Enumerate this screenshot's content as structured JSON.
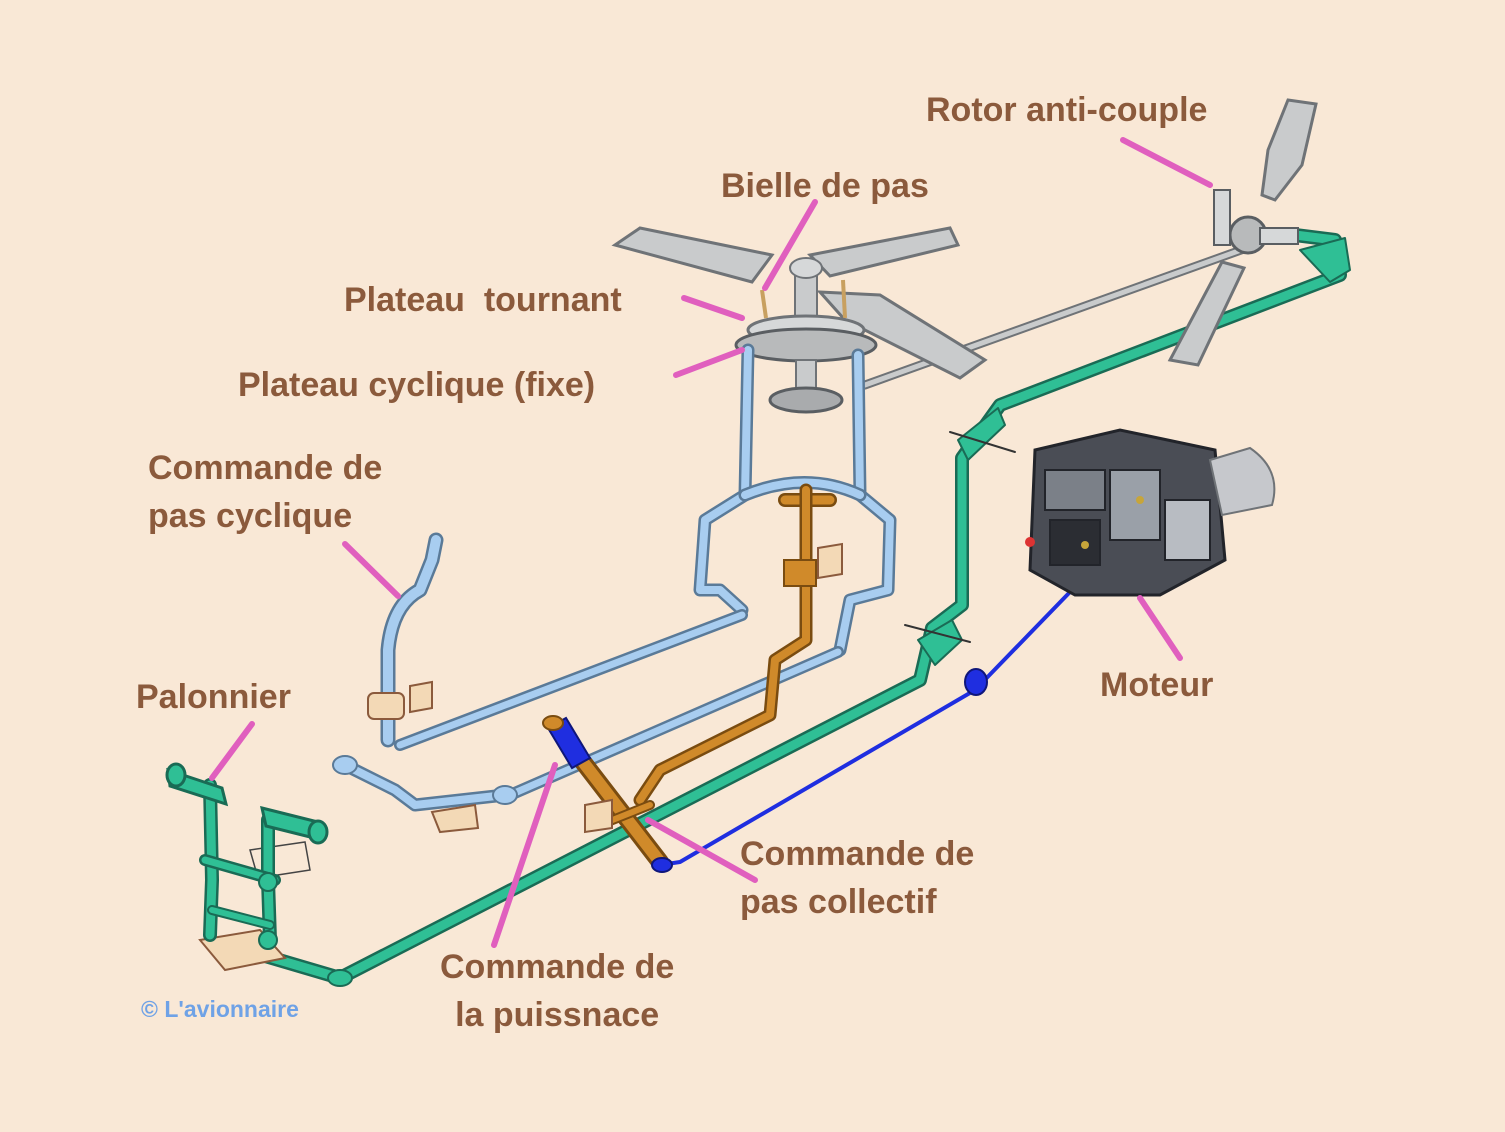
{
  "labels": {
    "rotor_anticouple": "Rotor anti-couple",
    "bielle_de_pas": "Bielle de pas",
    "plateau_tournant": "Plateau  tournant",
    "plateau_cyclique": "Plateau cyclique (fixe)",
    "commande_cyclique": [
      "Commande de",
      "pas cyclique"
    ],
    "palonnier": "Palonnier",
    "moteur": "Moteur",
    "commande_collectif": [
      "Commande de",
      "pas collectif"
    ],
    "commande_puissance": [
      "Commande de",
      "la puissnace"
    ]
  },
  "copyright": "© L'avionnaire",
  "colors": {
    "background": "#f9e8d6",
    "label_text": "#8b5a3c",
    "leader_lines": "#e05fbe",
    "cyclic_linkage": "#a8cdf0",
    "collective_linkage": "#d08a2a",
    "anti_torque_linkage": "#2fbf95",
    "throttle_linkage": "#1f2ee0",
    "rotor_blades": "#c9cbcc",
    "copyright_text": "#6fa2e6"
  }
}
